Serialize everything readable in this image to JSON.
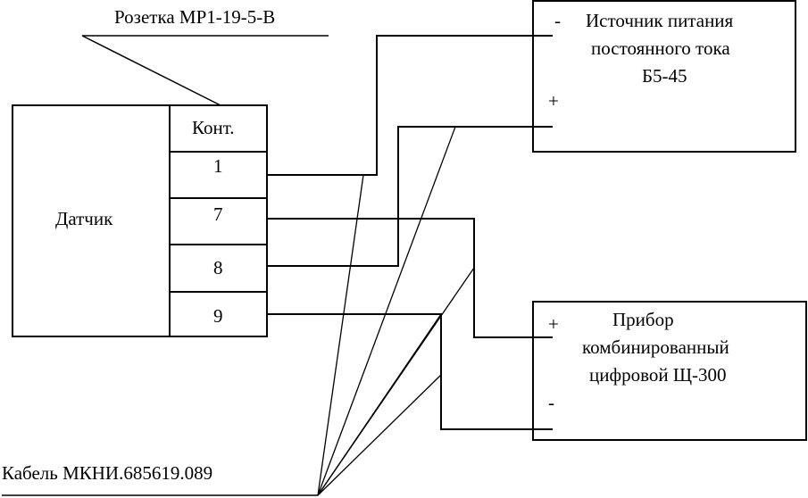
{
  "socket_label": "Розетка МР1-19-5-В",
  "cable_label": "Кабель МКНИ.685619.089",
  "sensor": {
    "title": "Датчик",
    "contacts_header": "Конт.",
    "contacts": [
      "1",
      "7",
      "8",
      "9"
    ]
  },
  "power_supply": {
    "minus": "-",
    "line1": "Источник питания",
    "line2": "постоянного тока",
    "line3": "Б5-45",
    "plus": "+"
  },
  "meter": {
    "plus": "+",
    "line1": "Прибор",
    "line2": "комбинированный",
    "line3": "цифровой Щ-300",
    "minus": "-"
  }
}
